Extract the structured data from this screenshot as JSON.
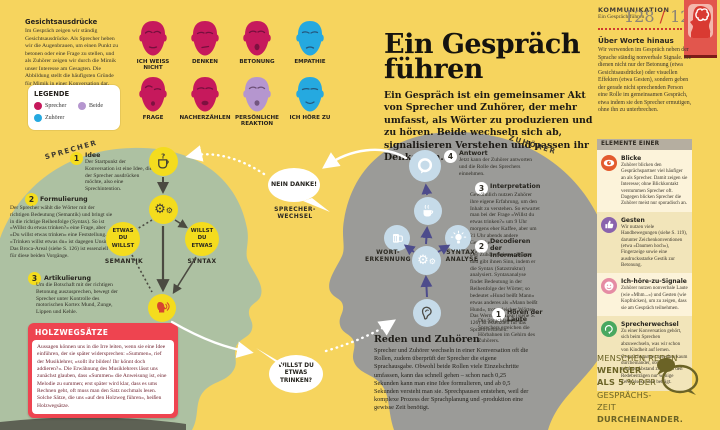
{
  "colors": {
    "background": "#f6d45e",
    "speaker_accent": "#c6195c",
    "listener_accent": "#25a9e0",
    "both_accent": "#b596cf",
    "speaker_head": "#adc1a2",
    "listener_head": "#9b9b98",
    "step_circle": "#f4dc1e",
    "listener_circle": "#c6dbe9",
    "box_red": "#ee4450",
    "fact_olive": "#6b6326"
  },
  "header": {
    "section": "KOMMUNIKATION",
    "subsection": "Ein Gespräch führen",
    "page_left": "128",
    "page_sep": "/",
    "page_right": "129"
  },
  "title": {
    "line1": "Ein Gespräch",
    "line2": "führen",
    "intro": "Ein Gespräch ist ein gemeinsamer Akt von Sprecher und Zuhörer, der mehr umfasst, als Wörter zu produzieren und zu hören. Beide wechseln sich ab, signalisieren Verstehen und passen ihr Denken an."
  },
  "facial": {
    "heading": "Gesichtsausdrücke",
    "body": "Im Gespräch zeigen wir ständig Gesichtsausdrücke. Als Sprecher heben wir die Augenbrauen, um einen Punkt zu betonen oder eine Frage zu stellen, und als Zuhörer zeigen wir durch die Mimik unser Interesse am Gesagten. Die Abbildung stellt die häufigsten Gründe für Mimik in einer Konversation dar.",
    "legend": {
      "heading": "LEGENDE",
      "items": [
        {
          "label": "Sprecher"
        },
        {
          "label": "Beide"
        },
        {
          "label": "Zuhörer"
        }
      ]
    },
    "faces": [
      {
        "label": "ICH WEISS NICHT"
      },
      {
        "label": "DENKEN"
      },
      {
        "label": "BETONUNG"
      },
      {
        "label": "EMPATHIE"
      },
      {
        "label": "FRAGE"
      },
      {
        "label": "NACHERZÄHLEN"
      },
      {
        "label": "PERSÖNLICHE REAKTION"
      },
      {
        "label": "ICH HÖRE ZU"
      }
    ]
  },
  "speaker": {
    "label": "SPRECHER",
    "steps": [
      {
        "num": "1",
        "heading": "Idee",
        "body": "Der Startpunkt der Konversation ist eine Idee, die der Sprecher ausdrücken möchte, also eine Sprechintention."
      },
      {
        "num": "2",
        "heading": "Formulierung",
        "body": "Der Sprecher wählt die Wörter mit der richtigen Bedeutung (Semantik) und bringt sie in die richtige Reihenfolge (Syntax). So ist »Willst du etwas trinken?« eine Frage, aber »Du willst etwas trinken« eine Feststellung. »Trinken willst etwas du« ist dagegen Unsinn. Das Broca-Areal (siehe S. 126) ist essenziell für diese beiden Vorgänge."
      },
      {
        "num": "3",
        "heading": "Artikulierung",
        "body": "Um die Botschaft mit der richtigen Betonung auszusprechen, bewegt der Sprecher unter Kontrolle des motorischen Kortex Mund, Zunge, Lippen und Kehle."
      }
    ],
    "semantik_words": "ETWAS DU WILLST",
    "semantik_label": "SEMANTIK",
    "syntax_words": "WILLST DU ETWAS",
    "syntax_label": "SYNTAX"
  },
  "listener": {
    "label": "ZUHÖRER",
    "steps": [
      {
        "num": "4",
        "heading": "Antwort",
        "body": "Jetzt kann der Zuhörer antworten und die Rolle des Sprechers einnehmen."
      },
      {
        "num": "3",
        "heading": "Interpretation",
        "body": "Gewöhnlich nutzen Zuhörer ihre eigene Erfahrung, um den Inhalt zu verstehen. So erwartet man bei der Frage »Willst du etwas trinken?« um 9 Uhr morgens eher Kaffee, aber um 21 Uhr abends andere Getränke."
      },
      {
        "num": "2",
        "heading": "Decodieren der Information",
        "body": "Der Zuhörer erkennt Wörter und gibt ihnen Sinn, indem er die Syntax (Satzstruktur) analysiert. Syntaxanalyse findet Bedeutung in der Reihenfolge der Wörter; so bedeutet »Hund beißt Mann« etwas anderes als »Mann beißt Hund«, trotz gleicher Wörter. Das Wernicke-Areal (siehe S. 126) ist essenziell für das Sprachverstehen."
      },
      {
        "num": "1",
        "heading": "Hören der Laute",
        "body": "Die Sprachlaute des Sprechers erreichen die Hörbahnen im Gehirn des Zuhörers."
      }
    ],
    "wort_label": "WORT-ERKENNUNG",
    "syntax_label": "SYNTAX-ANALYSE"
  },
  "bubbles": {
    "nein": "NEIN DANKE!",
    "wechsel_label": "SPRECHER-WECHSEL",
    "frage": "WILLST DU ETWAS TRINKEN?"
  },
  "beyond": {
    "heading": "Über Worte hinaus",
    "body": "Wir verwenden im Gespräch neben der Sprache ständig nonverbale Signale. Sie dienen nicht nur der Betonung (etwa Gesichtsausdrücke) oder visuellen Effekten (etwa Gesten), sondern geben der gerade nicht sprechenden Person eine Rolle im gemeinsamen Gespräch, etwa indem sie den Sprecher ermutigen, ohne ihn zu unterbrechen."
  },
  "elements": {
    "heading": "ELEMENTE EINER KONVERSATION",
    "items": [
      {
        "heading": "Blicke",
        "color": "#e35b2e",
        "body": "Zuhörer blicken den Gesprächspartner viel häufiger an als Sprecher. Damit zeigen sie Interesse; ohne Blickkontakt verstummen Sprecher oft. Dagegen blicken Sprecher die Zuhörer meist nur sporadisch an."
      },
      {
        "heading": "Gesten",
        "color": "#8a63ad",
        "body": "Wir nutzen viele Handbewegungen (siehe S. 119), darunter Zeichenkonventionen (etwa »Daumen hoch«), Fingerzeige sowie eine ausdrucksstarke Gestik zur Betonung."
      },
      {
        "heading": "Ich-höre-zu-Signale",
        "color": "#e58ca4",
        "body": "Zuhörer nutzen nonverbale Laute (wie »Mhm...«) und Gesten (wie Kopfnicken), um zu zeigen, dass sie am Gespräch teilnehmen."
      },
      {
        "heading": "Sprecherwechsel",
        "color": "#49a860",
        "body": "Zu einer Konversation gehört, sich beim Sprechen abzuwechseln, was wir schon von Kindheit auf lernen. Gesprächspartner sprechen kaum durcheinander, obwohl der mittlere Abstand zwischen den Redebeiträgen nur wenige Zehntelsekunden beträgt."
      }
    ]
  },
  "talk": {
    "heading": "Reden und Zuhören",
    "body": "Sprecher und Zuhörer wechseln in einer Konversation oft die Rollen, zudem überprüft der Sprecher die eigene Sprachausgabe. Obwohl beide Rollen viele Einzelschritte umfassen, kann das schnell gehen – schon nach 0,25 Sekunden kann man eine Idee formulieren, und ab 0,5 Sekunden versteht man sie. Sprechpausen entstehen, weil der komplexe Prozess der Sprachplanung und -produktion eine gewisse Zeit benötigt."
  },
  "holz": {
    "heading": "HOLZWEGSÄTZE",
    "body": "Aussagen können uns in die Irre leiten, wenn sie eine Idee einführen, der sie später widersprechen: »Summen«, rief der Musiklehrer, »sollt ihr bilden! Ihr könnt doch addieren?«. Die Erwähnung des Musiklehrers lässt uns zunächst glauben, dass »Summen« die Anweisung ist, eine Melodie zu summen; erst später wird klar, dass es ums Rechnen geht, oft muss man den Satz nochmals lesen. Solche Sätze, die uns »auf den Holzweg führen«, heißen Holzwegsätze."
  },
  "fact": {
    "l1": "MENSCHEN REDEN",
    "l2": "WENIGER",
    "l3b": "ALS 5 %",
    "l3r": " DER",
    "l4": "GESPRÄCHS-",
    "l5r": "ZEIT ",
    "l5b": "DURCHEINANDER."
  }
}
